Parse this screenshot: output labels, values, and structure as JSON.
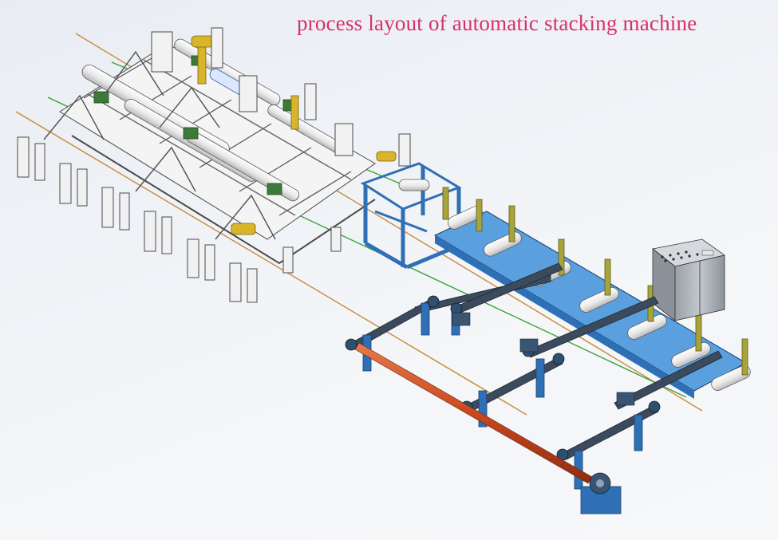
{
  "title": "process layout of automatic stacking machine",
  "colors": {
    "title": "#d7306a",
    "background": "#eef1f5",
    "frame_white": "#f4f4f4",
    "frame_outline": "#4a4a4a",
    "blue_frame": "#2f6fb5",
    "blue_outline": "#1c3f6b",
    "chain_arm": "#3b4a5c",
    "drive_shaft": "#d2552a",
    "cylinder_olive": "#a8a43a",
    "motor_green": "#3d7a3a",
    "cabinet_gray": "#b9bec4",
    "guide_line_orange": "#c98a3c",
    "guide_line_green": "#3aa23a"
  },
  "components": [
    {
      "id": "stacking-frame",
      "kind": "white steel frame with rollers"
    },
    {
      "id": "blue-transfer-frame",
      "kind": "blue roller station"
    },
    {
      "id": "roller-conveyor-line",
      "kind": "pneumatic roller line"
    },
    {
      "id": "chain-transfer-arms",
      "kind": "chain transfer arms"
    },
    {
      "id": "drive-shaft",
      "kind": "orange drive shaft"
    },
    {
      "id": "gear-motor",
      "kind": "gear motor"
    },
    {
      "id": "control-cabinet",
      "kind": "electrical control cabinet"
    }
  ]
}
